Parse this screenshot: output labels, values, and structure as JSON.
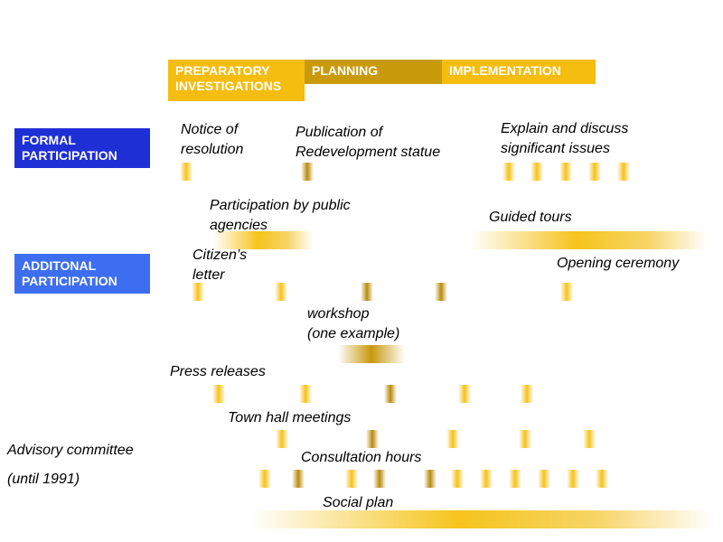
{
  "phases": {
    "preparatory": "PREPARATORY\nINVESTIGATIONS",
    "planning": "PLANNING",
    "implementation": "IMPLEMENTATION"
  },
  "categories": {
    "formal": "FORMAL\nPARTICIPATION",
    "additional": "ADDITONAL\nPARTICIPATION"
  },
  "activities": {
    "notice": "Notice of\nresolution",
    "publication": "Publication of\nRedevelopment statue",
    "explain": "Explain and discuss\nsignificant issues",
    "public_agencies": "Participation by public\nagencies",
    "guided_tours": "Guided tours",
    "citizens_letter": "Citizen’s\nletter",
    "opening_ceremony": "Opening ceremony",
    "workshop": "workshop\n(one example)",
    "press_releases": "Press releases",
    "town_hall": "Town hall meetings",
    "advisory_committee": "Advisory committee",
    "advisory_until": "(until 1991)",
    "consultation_hours": "Consultation hours",
    "social_plan": "Social plan"
  },
  "colors": {
    "phase_light": "#f5bd10",
    "phase_dark": "#c99b0c",
    "formal_box": "#1f2fd6",
    "additional_box": "#3d6ef0",
    "marker_gold": "#f6c218",
    "marker_dark": "#b88b0c"
  }
}
